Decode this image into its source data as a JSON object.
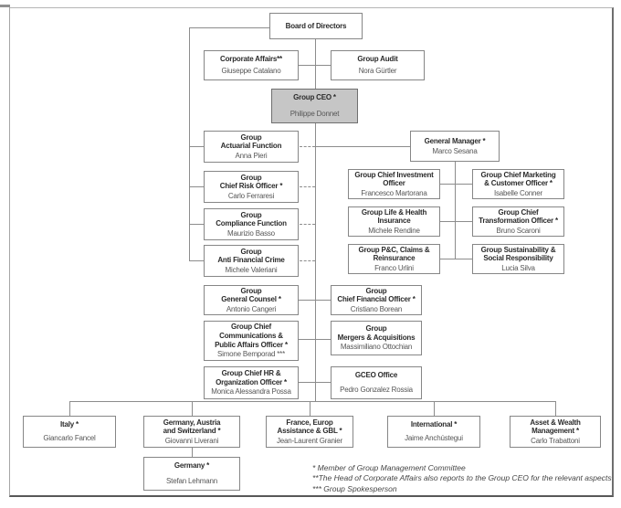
{
  "colors": {
    "box_border": "#868686",
    "connector_line": "#8c8c8c",
    "ceo_box_fill": "#c6c6c6",
    "title_text": "#2b2b2b",
    "name_text": "#565656"
  },
  "nodes": {
    "board": {
      "title": "Board of Directors"
    },
    "corporate_affairs": {
      "title": "Corporate Affairs**",
      "name": "Giuseppe Catalano"
    },
    "group_audit": {
      "title": "Group Audit",
      "name": "Nora Gürtler"
    },
    "group_ceo": {
      "title": "Group CEO *",
      "name": "Philippe Donnet"
    },
    "actuarial": {
      "title": "Group\nActuarial Function",
      "name": "Anna Pieri"
    },
    "risk": {
      "title": "Group\nChief Risk Officer *",
      "name": "Carlo Ferraresi"
    },
    "compliance": {
      "title": "Group\nCompliance Function",
      "name": "Maurizio Basso"
    },
    "anti_financial_crime": {
      "title": "Group\nAnti Financial Crime",
      "name": "Michele Valeriani"
    },
    "general_counsel": {
      "title": "Group\nGeneral Counsel *",
      "name": "Antonio Cangeri"
    },
    "communications": {
      "title": "Group Chief\nCommunications &\nPublic Affairs Officer *",
      "name": "Simone Bemporad ***"
    },
    "hr": {
      "title": "Group Chief HR &\nOrganization Officer *",
      "name": "Monica Alessandra Possa"
    },
    "cfo": {
      "title": "Group\nChief Financial Officer *",
      "name": "Cristiano Borean"
    },
    "mergers": {
      "title": "Group\nMergers & Acquisitions",
      "name": "Massimiliano Ottochian"
    },
    "gceo_office": {
      "title": "GCEO Office",
      "name": "Pedro Gonzalez Rossia"
    },
    "general_manager": {
      "title": "General Manager *",
      "name": "Marco Sesana"
    },
    "investment": {
      "title": "Group Chief Investment\nOfficer",
      "name": "Francesco Martorana"
    },
    "marketing": {
      "title": "Group Chief Marketing\n& Customer Officer *",
      "name": "Isabelle Conner"
    },
    "life_health": {
      "title": "Group Life & Health\nInsurance",
      "name": "Michele Rendine"
    },
    "transformation": {
      "title": "Group Chief\nTransformation Officer *",
      "name": "Bruno Scaroni"
    },
    "pc_claims": {
      "title": "Group P&C, Claims &\nReinsurance",
      "name": "Franco Urlini"
    },
    "sustainability": {
      "title": "Group Sustainability &\nSocial Responsibility",
      "name": "Lucia Silva"
    },
    "italy": {
      "title": "Italy *",
      "name": "Giancarlo Fancel"
    },
    "dach": {
      "title": "Germany, Austria\nand Switzerland *",
      "name": "Giovanni Liverani"
    },
    "germany": {
      "title": "Germany *",
      "name": "Stefan Lehmann"
    },
    "france": {
      "title": "France, Europ\nAssistance & GBL *",
      "name": "Jean-Laurent Granier"
    },
    "international": {
      "title": "International *",
      "name": "Jaime Anchústegui"
    },
    "asset_wealth": {
      "title": "Asset & Wealth\nManagement *",
      "name": "Carlo Trabattoni"
    }
  },
  "footnotes": [
    "* Member of Group Management Committee",
    "**The Head of Corporate Affairs also reports to the Group CEO for the relevant aspects",
    "*** Group Spokesperson"
  ]
}
